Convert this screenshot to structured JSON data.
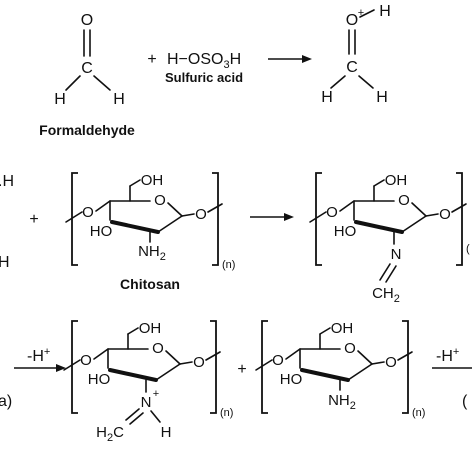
{
  "colors": {
    "ink": "#111111",
    "background": "#ffffff"
  },
  "row1": {
    "formaldehyde": {
      "o": "O",
      "c": "C",
      "h_left": "H",
      "h_right": "H",
      "label": "Formaldehyde"
    },
    "plus": "+",
    "acid": {
      "formula_lead": "H−OSO",
      "sub3": "3",
      "formula_tail": "H",
      "label": "Sulfuric acid"
    },
    "product": {
      "o": "O",
      "charge": "+",
      "h_top": "H",
      "c": "C",
      "h_left": "H",
      "h_right": "H"
    }
  },
  "row2": {
    "partial_left_top": ".H",
    "partial_left_bottom": "H",
    "plus": "+",
    "chitosan": {
      "oh": "OH",
      "ho": "HO",
      "o_left": "O",
      "o_right": "O",
      "o_ring": "O",
      "nh": "NH",
      "nh_sub": "2",
      "n_label": "(n)",
      "label": "Chitosan"
    },
    "imine": {
      "oh": "OH",
      "ho": "HO",
      "o_left": "O",
      "o_right": "O",
      "o_ring": "O",
      "n": "N",
      "ch": "CH",
      "ch_sub": "2",
      "n_label": "("
    }
  },
  "row3": {
    "partial_left": "a)",
    "arrow_label": "-H",
    "arrow_label_sup": "+",
    "iminium": {
      "oh": "OH",
      "ho": "HO",
      "o_left": "O",
      "o_right": "O",
      "o_ring": "O",
      "n": "N",
      "n_charge": "+",
      "h": "H",
      "h2c_lead": "H",
      "h2c_sub": "2",
      "h2c_tail": "C",
      "n_label": "(n)"
    },
    "plus": "+",
    "chitosan2": {
      "oh": "OH",
      "ho": "HO",
      "o_left": "O",
      "o_right": "O",
      "o_ring": "O",
      "nh": "NH",
      "nh_sub": "2",
      "n_label": "(n)"
    },
    "partial_right": "("
  },
  "icons": [
    "reaction-arrow-icon",
    "bracket-icon"
  ]
}
